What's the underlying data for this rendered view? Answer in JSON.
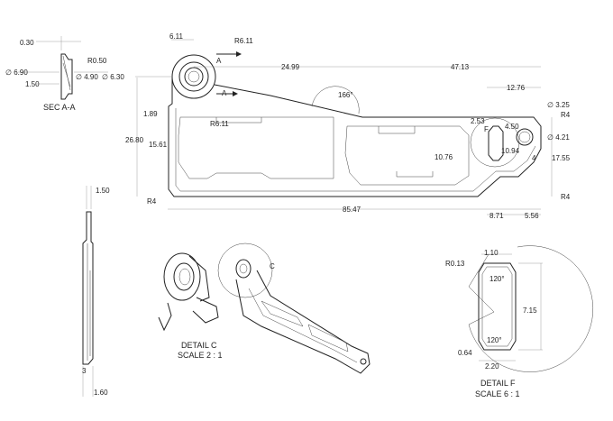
{
  "section": {
    "caption": "SEC A-A",
    "dims": [
      "0.30",
      "R0.50",
      "∅ 6.90",
      "∅ 4.90",
      "∅ 6.30",
      "1.50"
    ]
  },
  "main_view": {
    "top_dims": [
      "6.11",
      "R6.11",
      "24.99",
      "47.13",
      "12.76",
      "∅ 3.25"
    ],
    "arrow_label_a1": "A",
    "arrow_label_a2": "A",
    "angle": "166°",
    "left_dims": [
      "1.89",
      "26.80",
      "15.61",
      "R4"
    ],
    "inner_dims": [
      "R6.11",
      "2.53",
      "4.50",
      "10.76",
      "10.94",
      "4"
    ],
    "right_dims": [
      "R4",
      "∅ 4.21",
      "17.55",
      "R4"
    ],
    "bottom_dims": [
      "85.47",
      "8.71",
      "5.56"
    ],
    "detail_marker": "F"
  },
  "side_view": {
    "dims": [
      "1.50",
      "3",
      "1.60"
    ]
  },
  "detail_c": {
    "caption_line1": "DETAIL C",
    "caption_line2": "SCALE 2 : 1"
  },
  "iso_view": {
    "detail_marker": "C"
  },
  "detail_f": {
    "caption_line1": "DETAIL F",
    "caption_line2": "SCALE 6 : 1",
    "dims": [
      "R0.13",
      "1.10",
      "120°",
      "7.15",
      "120°",
      "0.64",
      "2.20"
    ]
  }
}
